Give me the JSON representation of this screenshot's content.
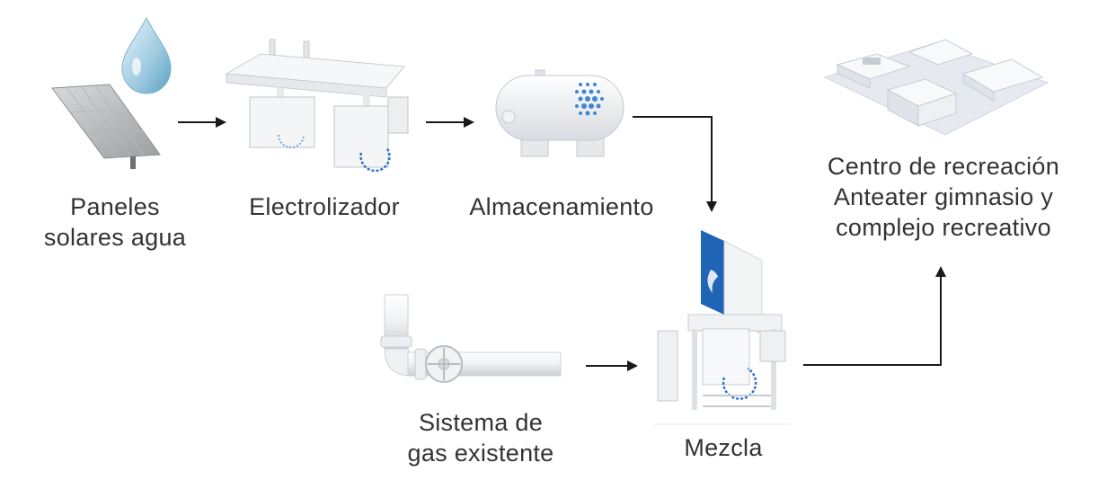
{
  "nodes": {
    "solar": {
      "lines": [
        "Paneles",
        "solares agua"
      ],
      "icon": "solar-panel-water-drop-icon"
    },
    "electrolyzer": {
      "lines": [
        "Electrolizador"
      ],
      "icon": "electrolyzer-icon"
    },
    "storage": {
      "lines": [
        "Almacenamiento"
      ],
      "icon": "hydrogen-tank-icon"
    },
    "gas": {
      "lines": [
        "Sistema de",
        "gas existente"
      ],
      "icon": "gas-pipe-valve-icon"
    },
    "mix": {
      "lines": [
        "Mezcla"
      ],
      "icon": "mixing-unit-icon"
    },
    "center": {
      "lines": [
        "Centro de recreación",
        "Anteater gimnasio y",
        "complejo recreativo"
      ],
      "icon": "recreation-center-buildings-icon"
    }
  },
  "colors": {
    "text": "#333333",
    "arrow": "#1a1a1a",
    "accent_blue": "#1f64b5",
    "equipment": "#f2f3f5"
  }
}
